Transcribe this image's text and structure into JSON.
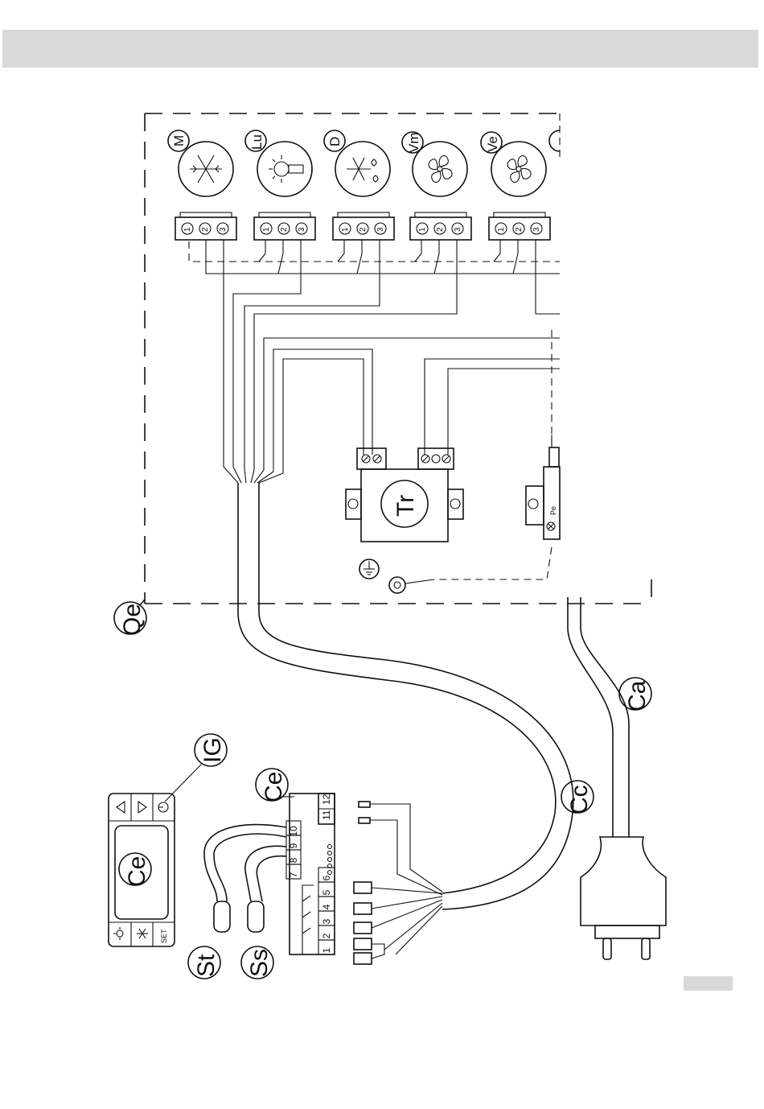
{
  "callouts": {
    "qe": "Qe",
    "ca": "Ca",
    "cc": "Cc",
    "ig": "IG",
    "ce_display": "Ce",
    "ce_board": "Ce",
    "st": "St",
    "ss": "Ss",
    "tr": "Tr"
  },
  "components": [
    {
      "id": "m",
      "label": "M",
      "icon": "snowflake-icon"
    },
    {
      "id": "lu",
      "label": "Lu",
      "icon": "lamp-icon"
    },
    {
      "id": "d",
      "label": "D",
      "icon": "defrost-icon"
    },
    {
      "id": "vm",
      "label": "Vm",
      "icon": "fan-icon"
    },
    {
      "id": "ve",
      "label": "Ve",
      "icon": "fan-icon"
    }
  ],
  "connector_pins": [
    "1",
    "2",
    "3"
  ],
  "terminal_block": {
    "top_row": [
      "7",
      "8",
      "9",
      "10",
      "11",
      "12"
    ],
    "bottom_row": [
      "1",
      "2",
      "3",
      "4",
      "5",
      "6"
    ]
  },
  "controller": {
    "set_label": "SET"
  },
  "relay": {
    "pe_label": "Pe"
  },
  "colors": {
    "line": "#111111",
    "header_bar": "#d9d9d9",
    "background": "#ffffff"
  }
}
